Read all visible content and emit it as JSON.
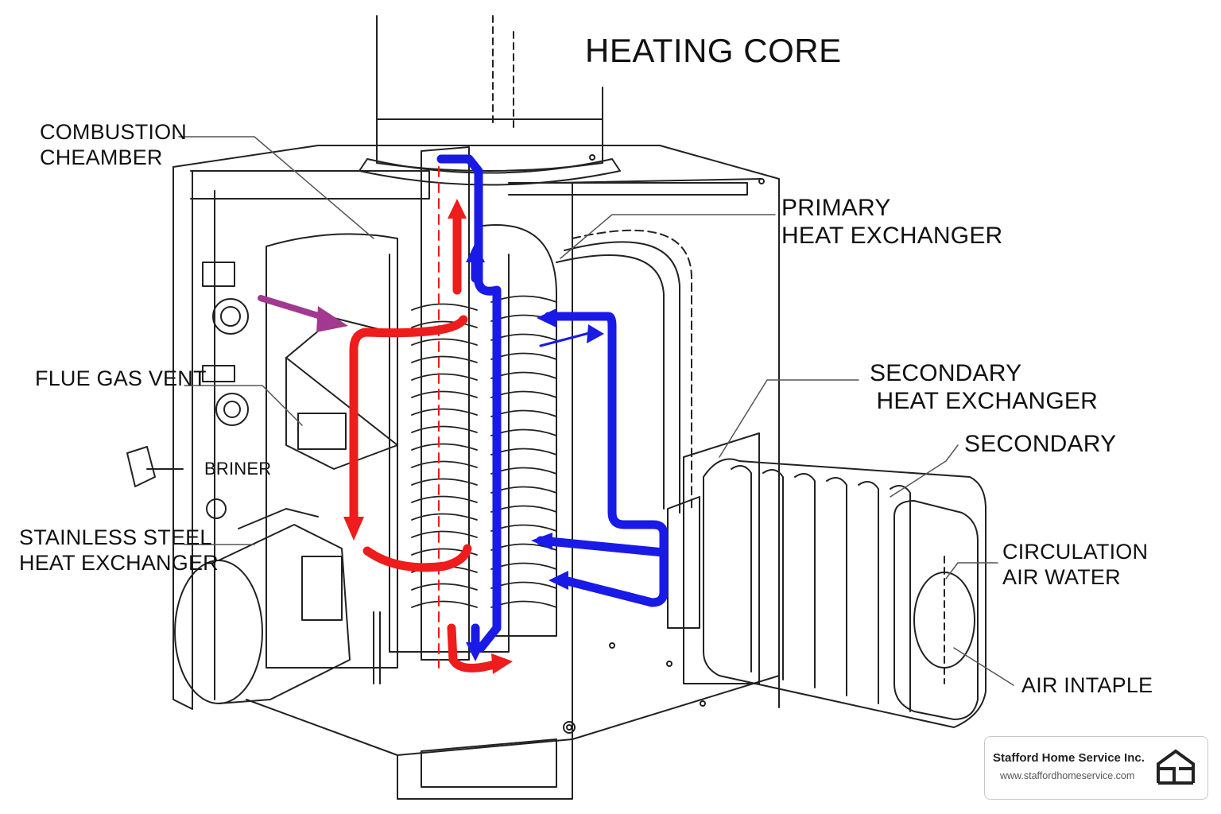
{
  "diagram": {
    "title": "HEATING CORE",
    "labels": {
      "combustion_chamber": "COMBUSTION\nCHEAMBER",
      "flue_gas_vent": "FLUE GAS VENT",
      "briner": "BRINER",
      "stainless_steel_hx": "STAINLESS STEEL\nHEAT EXCHANGER",
      "primary_hx": "PRIMARY\nHEAT EXCHANGER",
      "secondary_hx": "SECONDARY\n HEAT EXCHANGER",
      "secondary": "SECONDARY",
      "circulation_air_water": "CIRCULATION\nAIR WATER",
      "air_intake": "AIR INTAPLE"
    },
    "colors": {
      "hot_flow": "#ee1c1c",
      "cold_flow": "#1a1ae6",
      "air_flow": "#a0398f",
      "line_art": "#222222"
    }
  },
  "branding": {
    "company": "Stafford Home Service Inc.",
    "url": "www.staffordhomeservice.com",
    "logo_icon": "house-logo-icon"
  }
}
